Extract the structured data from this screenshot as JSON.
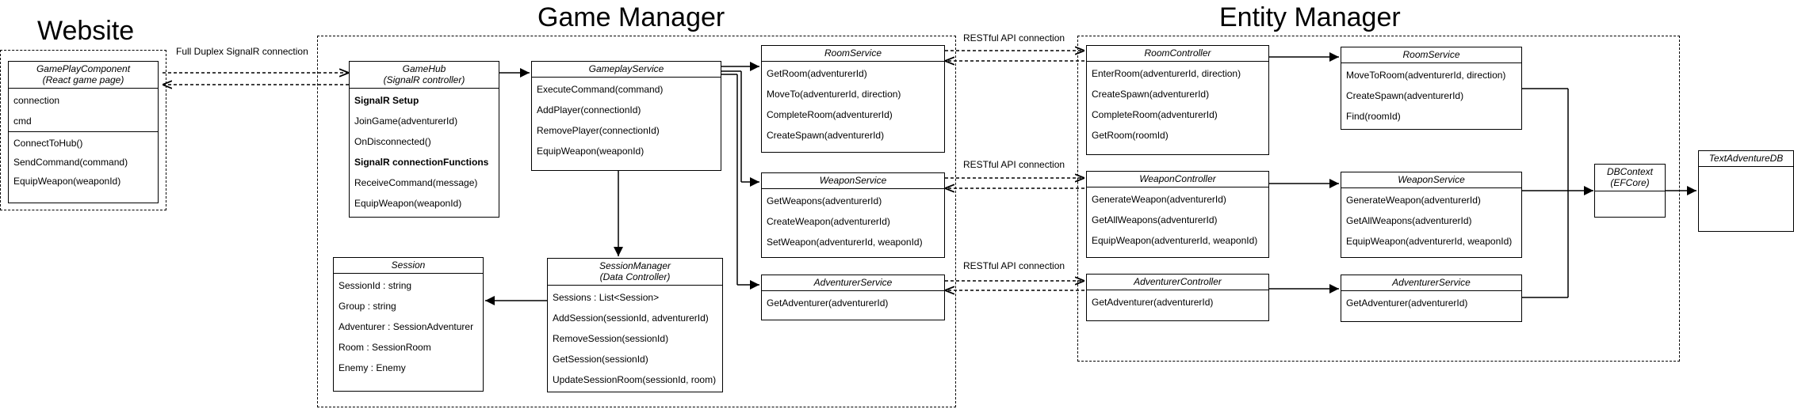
{
  "titles": {
    "website": "Website",
    "game_manager": "Game Manager",
    "entity_manager": "Entity Manager"
  },
  "connection_labels": {
    "signalr": "Full Duplex SignalR connection",
    "rest_room": "RESTful API connection",
    "rest_weapon": "RESTful API connection",
    "rest_adventurer": "RESTful API connection"
  },
  "boxes": {
    "gameplay_component": {
      "title": "GamePlayComponent",
      "subtitle": "(React game page)",
      "fields": [
        "connection",
        "cmd"
      ],
      "methods": [
        "ConnectToHub()",
        "SendCommand(command)",
        "EquipWeapon(weaponId)"
      ]
    },
    "game_hub": {
      "title": "GameHub",
      "subtitle": "(SignalR controller)",
      "rows": [
        "SignalR Setup",
        "JoinGame(adventurerId)",
        "OnDisconnected()",
        "SignalR connectionFunctions",
        "ReceiveCommand(message)",
        "EquipWeapon(weaponId)"
      ]
    },
    "gameplay_service": {
      "title": "GameplayService",
      "rows": [
        "ExecuteCommand(command)",
        "AddPlayer(connectionId)",
        "RemovePlayer(connectionId)",
        "EquipWeapon(weaponId)"
      ]
    },
    "session_manager": {
      "title": "SessionManager",
      "subtitle": "(Data Controller)",
      "rows": [
        "Sessions : List<Session>",
        "AddSession(sessionId, adventurerId)",
        "RemoveSession(sessionId)",
        "GetSession(sessionId)",
        "UpdateSessionRoom(sessionId, room)"
      ]
    },
    "session": {
      "title": "Session",
      "rows": [
        "SessionId : string",
        "Group : string",
        "Adventurer : SessionAdventurer",
        "Room : SessionRoom",
        "Enemy : Enemy"
      ]
    },
    "gm_room_service": {
      "title": "RoomService",
      "rows": [
        "GetRoom(adventurerId)",
        "MoveTo(adventurerId, direction)",
        "CompleteRoom(adventurerId)",
        "CreateSpawn(adventurerId)"
      ]
    },
    "gm_weapon_service": {
      "title": "WeaponService",
      "rows": [
        "GetWeapons(adventurerId)",
        "CreateWeapon(adventurerId)",
        "SetWeapon(adventurerId, weaponId)"
      ]
    },
    "gm_adventurer_service": {
      "title": "AdventurerService",
      "rows": [
        "GetAdventurer(adventurerId)"
      ]
    },
    "room_controller": {
      "title": "RoomController",
      "rows": [
        "EnterRoom(adventurerId, direction)",
        "CreateSpawn(adventurerId)",
        "CompleteRoom(adventurerId)",
        "GetRoom(roomId)"
      ]
    },
    "weapon_controller": {
      "title": "WeaponController",
      "rows": [
        "GenerateWeapon(adventurerId)",
        "GetAllWeapons(adventurerId)",
        "EquipWeapon(adventurerId, weaponId)"
      ]
    },
    "adventurer_controller": {
      "title": "AdventurerController",
      "rows": [
        "GetAdventurer(adventurerId)"
      ]
    },
    "em_room_service": {
      "title": "RoomService",
      "rows": [
        "MoveToRoom(adventurerId, direction)",
        "CreateSpawn(adventurerId)",
        "Find(roomId)"
      ]
    },
    "em_weapon_service": {
      "title": "WeaponService",
      "rows": [
        "GenerateWeapon(adventurerId)",
        "GetAllWeapons(adventurerId)",
        "EquipWeapon(adventurerId, weaponId)"
      ]
    },
    "em_adventurer_service": {
      "title": "AdventurerService",
      "rows": [
        "GetAdventurer(adventurerId)"
      ]
    },
    "db_context": {
      "title": "DBContext",
      "subtitle": "(EFCore)"
    },
    "text_adventure_db": {
      "title": "TextAdventureDB"
    }
  }
}
